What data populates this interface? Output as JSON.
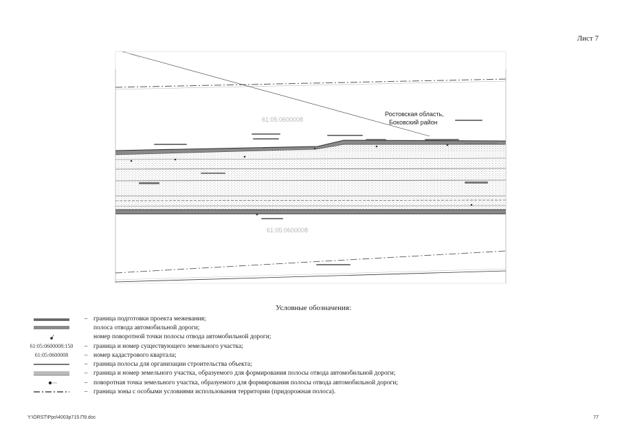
{
  "page": {
    "sheet_label": "Лист 7",
    "footer_path": "Y:\\ORST\\Ppo\\4003p715.П9.doc",
    "page_number": "77"
  },
  "map": {
    "region_line1": "Ростовская область,",
    "region_line2": "Боковский район",
    "quarter_top": "61:05:0600008",
    "quarter_bottom": "61:05:0600008"
  },
  "legend": {
    "title": "Условные обозначения:",
    "items": [
      {
        "symbol": "",
        "dash": "–",
        "text": "граница подготовки проекта межевания;"
      },
      {
        "symbol": "",
        "dash": "",
        "text": "полоса отвода автомобильной дороги;"
      },
      {
        "symbol": "",
        "dash": "",
        "text": "номер поворотной точки полосы отвода автомобильной дороги;"
      },
      {
        "symbol": "61:05:0600008:150",
        "dash": "–",
        "text": "граница и номер существующего земельного участка;"
      },
      {
        "symbol": "61:05:0600008",
        "dash": "–",
        "text": "номер кадастрового квартала;"
      },
      {
        "symbol": "",
        "dash": "–",
        "text": "граница полосы для организации строительства объекта;"
      },
      {
        "symbol": "",
        "dash": "–",
        "text": "граница и номер земельного участка, образуемого для формирования полосы отвода автомобильной дороги;"
      },
      {
        "symbol": "",
        "dash": "–",
        "text": "поворотная точка земельного участка, образуемого для формирования полосы отвода автомобильной дороги;"
      },
      {
        "symbol": "",
        "dash": "–",
        "text": "граница зоны с особыми условиями использования территории (придорожная полоса)."
      }
    ]
  }
}
